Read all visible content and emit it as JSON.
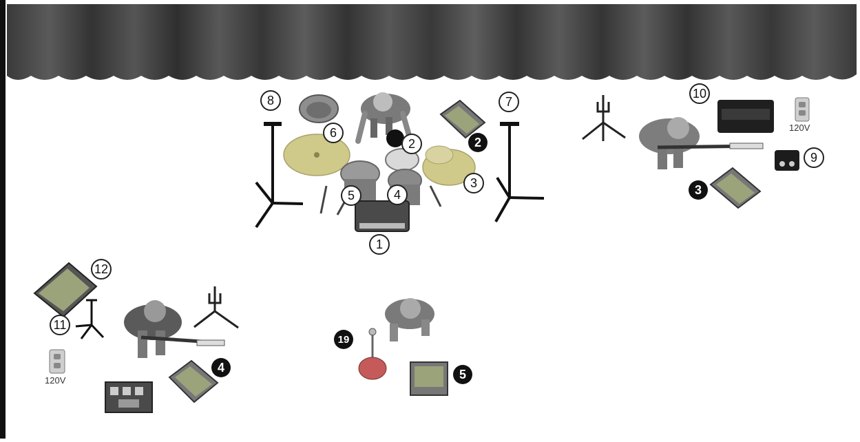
{
  "colors": {
    "curtain": "#4a4a4a",
    "curtain_dark": "#2a2a2a",
    "cymbal": "#cfc98a",
    "drum_shell": "#8a8a8a",
    "monitor": "#555555",
    "monitor_face": "#9aa37a",
    "label_solid": "#111111",
    "label_open": "#ffffff"
  },
  "stage_plot": {
    "numbered_items": [
      {
        "id": "item-1",
        "text": "1",
        "style": "open"
      },
      {
        "id": "item-2",
        "text": "2",
        "style": "open"
      },
      {
        "id": "item-3",
        "text": "3",
        "style": "open"
      },
      {
        "id": "item-4",
        "text": "4",
        "style": "open"
      },
      {
        "id": "item-5",
        "text": "5",
        "style": "open"
      },
      {
        "id": "item-6",
        "text": "6",
        "style": "open"
      },
      {
        "id": "item-7",
        "text": "7",
        "style": "open"
      },
      {
        "id": "item-8",
        "text": "8",
        "style": "open"
      },
      {
        "id": "item-9",
        "text": "9",
        "style": "open"
      },
      {
        "id": "item-10",
        "text": "10",
        "style": "open"
      },
      {
        "id": "item-11",
        "text": "11",
        "style": "open"
      },
      {
        "id": "item-12",
        "text": "12",
        "style": "open"
      }
    ],
    "monitor_items": [
      {
        "id": "monitor-2",
        "text": "2",
        "style": "solid"
      },
      {
        "id": "monitor-3",
        "text": "3",
        "style": "solid"
      },
      {
        "id": "monitor-4",
        "text": "4",
        "style": "solid"
      },
      {
        "id": "monitor-5",
        "text": "5",
        "style": "solid"
      },
      {
        "id": "monitor-19",
        "text": "19",
        "style": "solid"
      }
    ],
    "outlet_voltage": {
      "right": "120V",
      "left": "120V"
    }
  }
}
